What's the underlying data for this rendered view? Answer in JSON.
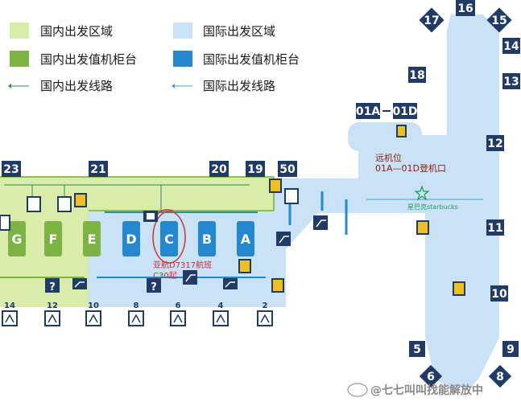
{
  "legend": {
    "domestic_area": "国内出发区域",
    "domestic_counter": "国内出发值机柜台",
    "domestic_route": "国内出发线路",
    "intl_area": "国际出发区域",
    "intl_counter": "国际出发值机柜台",
    "intl_route": "国际出发线路"
  },
  "gates": {
    "g23": "23",
    "g21": "21",
    "g20": "20",
    "g19": "19",
    "g50": "50",
    "g17": "17",
    "g16": "16",
    "g15": "15",
    "g14": "14",
    "g13": "13",
    "g18": "18",
    "g12": "12",
    "g11": "11",
    "g10": "10",
    "g9": "9",
    "g5": "5",
    "g6": "6",
    "g8": "8"
  },
  "remote_stand": {
    "from": "01A",
    "to": "01D",
    "title": "远机位",
    "subtitle": "01A—01D登机口"
  },
  "starbucks": "星巴克starbucks",
  "counters": {
    "g": "G",
    "f": "F",
    "e": "E",
    "d": "D",
    "c": "C",
    "b": "B",
    "a": "A"
  },
  "annotation": {
    "line1": "亚航D7317航班",
    "line2": "C30起"
  },
  "bottom_numbers": {
    "n14": "14",
    "n12": "12",
    "n10": "10",
    "n8": "8",
    "n6": "6",
    "n4": "4",
    "n2": "2"
  },
  "watermark": "@七七叫叫找能解放中",
  "colors": {
    "domestic_area": "#d9ecaa",
    "domestic_counter": "#7cb342",
    "intl_area": "#c9e2f5",
    "intl_counter": "#2388d0",
    "gate_badge": "#1f3b66",
    "domestic_route": "#2e8b57",
    "intl_route": "#3aa8c1"
  },
  "icons": [
    "restroom-icon",
    "help-icon",
    "escalator-icon",
    "security-icon",
    "door-icon",
    "star-icon",
    "exit-icon"
  ]
}
